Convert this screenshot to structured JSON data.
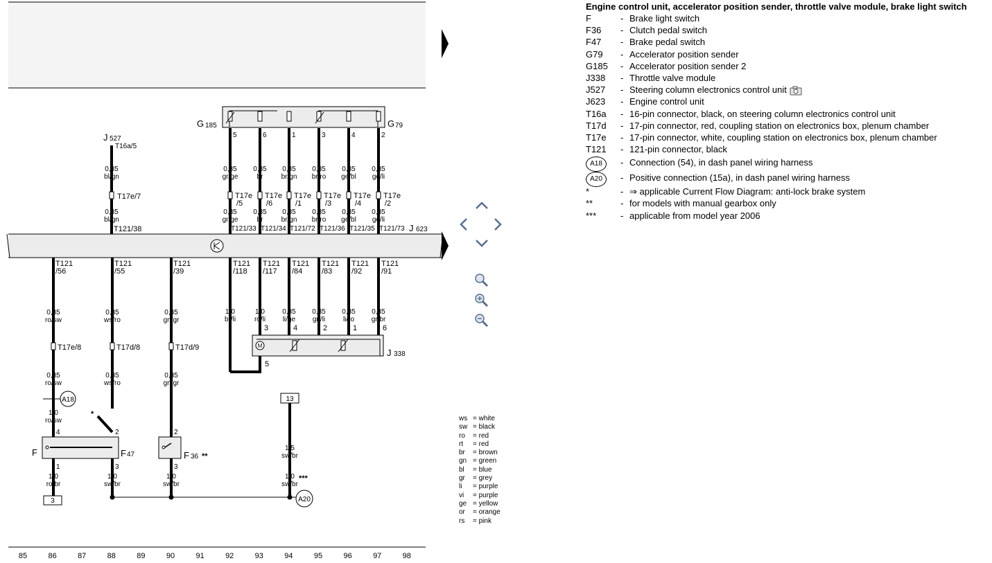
{
  "legend": {
    "title": "Engine control unit, accelerator position sender, throttle valve module, brake light switch",
    "items": [
      {
        "code": "F",
        "dash": "-",
        "desc": "Brake light switch"
      },
      {
        "code": "F36",
        "dash": "-",
        "desc": "Clutch pedal switch"
      },
      {
        "code": "F47",
        "dash": "-",
        "desc": "Brake pedal switch"
      },
      {
        "code": "G79",
        "dash": "-",
        "desc": "Accelerator position sender"
      },
      {
        "code": "G185",
        "dash": "-",
        "desc": "Accelerator position sender 2"
      },
      {
        "code": "J338",
        "dash": "-",
        "desc": "Throttle valve module"
      },
      {
        "code": "J527",
        "dash": "-",
        "desc": "Steering column electronics control unit",
        "icon": "camera-icon"
      },
      {
        "code": "J623",
        "dash": "-",
        "desc": "Engine control unit"
      },
      {
        "code": "T16a",
        "dash": "-",
        "desc": "16-pin connector, black, on steering column electronics control unit"
      },
      {
        "code": "T17d",
        "dash": "-",
        "desc": "17-pin connector, red, coupling station on electronics box, plenum chamber"
      },
      {
        "code": "T17e",
        "dash": "-",
        "desc": "17-pin connector, white, coupling station on electronics box, plenum chamber"
      },
      {
        "code": "T121",
        "dash": "-",
        "desc": "121-pin connector, black"
      },
      {
        "code": "A18",
        "circle": true,
        "dash": "-",
        "desc": "Connection (54), in dash panel wiring harness"
      },
      {
        "code": "A20",
        "circle": true,
        "dash": "-",
        "desc": "Positive connection (15a), in dash panel wiring harness"
      },
      {
        "code": "*",
        "dash": "-",
        "desc": "⇒ applicable Current Flow Diagram: anti-lock brake system"
      },
      {
        "code": "**",
        "dash": "-",
        "desc": "for models with manual gearbox only"
      },
      {
        "code": "***",
        "dash": "-",
        "desc": "applicable from model year 2006"
      }
    ]
  },
  "colors": [
    {
      "code": "ws",
      "eq": "=",
      "name": "white"
    },
    {
      "code": "sw",
      "eq": "=",
      "name": "black"
    },
    {
      "code": "ro",
      "eq": "=",
      "name": "red"
    },
    {
      "code": "rt",
      "eq": "=",
      "name": "red"
    },
    {
      "code": "br",
      "eq": "=",
      "name": "brown"
    },
    {
      "code": "gn",
      "eq": "=",
      "name": "green"
    },
    {
      "code": "bl",
      "eq": "=",
      "name": "blue"
    },
    {
      "code": "gr",
      "eq": "=",
      "name": "grey"
    },
    {
      "code": "li",
      "eq": "=",
      "name": "purple"
    },
    {
      "code": "vi",
      "eq": "=",
      "name": "purple"
    },
    {
      "code": "ge",
      "eq": "=",
      "name": "yellow"
    },
    {
      "code": "or",
      "eq": "=",
      "name": "orange"
    },
    {
      "code": "rs",
      "eq": "=",
      "name": "pink"
    }
  ],
  "grid": [
    "85",
    "86",
    "87",
    "88",
    "89",
    "90",
    "91",
    "92",
    "93",
    "94",
    "95",
    "96",
    "97",
    "98"
  ],
  "components": {
    "G185_prefix": "G",
    "G185_num": "185",
    "G79_prefix": "G",
    "G79_num": "79",
    "J527_prefix": "J",
    "J527_num": "527",
    "J623_prefix": "J",
    "J623_num": "623",
    "J338_prefix": "J",
    "J338_num": "338",
    "F": "F",
    "F47_prefix": "F",
    "F47_num": "47",
    "F36_prefix": "F",
    "F36_num": "36",
    "F36_mark": "**",
    "box_3": "3",
    "box_13": "13",
    "A18": "A18",
    "A20": "A20",
    "mark_star": "*",
    "mark_3star": "***",
    "motor": "M"
  },
  "top_wires": [
    {
      "pin": "5",
      "wire1": "0,35",
      "col1": "gr/ge",
      "conn": "T17e",
      "connpin": "/5",
      "wire2": "0,35",
      "col2": "gr/ge",
      "t121": "T121/33"
    },
    {
      "pin": "6",
      "wire1": "0,35",
      "col1": "br",
      "conn": "T17e",
      "connpin": "/6",
      "wire2": "0,35",
      "col2": "br",
      "t121": "T121/34"
    },
    {
      "pin": "1",
      "wire1": "0,35",
      "col1": "br/gn",
      "conn": "T17e",
      "connpin": "/1",
      "wire2": "0,35",
      "col2": "br/gn",
      "t121": "T121/72"
    },
    {
      "pin": "3",
      "wire1": "0,35",
      "col1": "br/ro",
      "conn": "T17e",
      "connpin": "/3",
      "wire2": "0,35",
      "col2": "br/ro",
      "t121": "T121/36"
    },
    {
      "pin": "4",
      "wire1": "0,35",
      "col1": "ge/bl",
      "conn": "T17e",
      "connpin": "/4",
      "wire2": "0,35",
      "col2": "ge/bl",
      "t121": "T121/35"
    },
    {
      "pin": "2",
      "wire1": "0,35",
      "col1": "ge/li",
      "conn": "T17e",
      "connpin": "/2",
      "wire2": "0,35",
      "col2": "ge/li",
      "t121": "T121/73"
    }
  ],
  "j527_wire": {
    "pin": "T16a/5",
    "wire1": "0,35",
    "col1": "bl/gn",
    "conn": "T17e/7",
    "wire2": "0,35",
    "col2": "bl/gn",
    "t121": "T121/38"
  },
  "bottom_left": [
    {
      "t121a": "T121",
      "t121b": "/56",
      "w1": "0,35",
      "c1": "ro/sw",
      "conn": "T17e/8",
      "w2": "0,35",
      "c2": "ro/sw",
      "w3": "1,0",
      "c3": "ro/sw",
      "pin_top": "4",
      "pin_bot": "1",
      "w4": "1,0",
      "c4": "ro/br"
    },
    {
      "t121a": "T121",
      "t121b": "/55",
      "w1": "0,35",
      "c1": "ws/ro",
      "conn": "T17d/8",
      "w2": "0,35",
      "c2": "ws/ro",
      "pin_top": "2",
      "pin_bot": "3",
      "w4": "1,0",
      "c4": "sw/br"
    },
    {
      "t121a": "T121",
      "t121b": "/39",
      "w1": "0,35",
      "c1": "gn/gr",
      "conn": "T17d/9",
      "w2": "0,35",
      "c2": "gn/gr",
      "pin_top": "2",
      "pin_bot": "3",
      "w4": "1,0",
      "c4": "sw/br"
    }
  ],
  "bottom_right": [
    {
      "t121a": "T121",
      "t121b": "/118",
      "w1": "1,0",
      "c1": "br/li",
      "pin": ""
    },
    {
      "t121a": "T121",
      "t121b": "/117",
      "w1": "1,0",
      "c1": "ro/li",
      "pin": "3"
    },
    {
      "t121a": "T121",
      "t121b": "/84",
      "w1": "0,35",
      "c1": "li/ge",
      "pin": "4"
    },
    {
      "t121a": "T121",
      "t121b": "/83",
      "w1": "0,35",
      "c1": "gn/li",
      "pin": "2"
    },
    {
      "t121a": "T121",
      "t121b": "/92",
      "w1": "0,35",
      "c1": "li/ro",
      "pin": "1"
    },
    {
      "t121a": "T121",
      "t121b": "/91",
      "w1": "0,35",
      "c1": "gr/br",
      "pin": "6"
    }
  ],
  "j338_pin5": "5",
  "col94": {
    "w1": "1,5",
    "c1": "sw/br",
    "w2": "1,0",
    "c2": "sw/br"
  }
}
